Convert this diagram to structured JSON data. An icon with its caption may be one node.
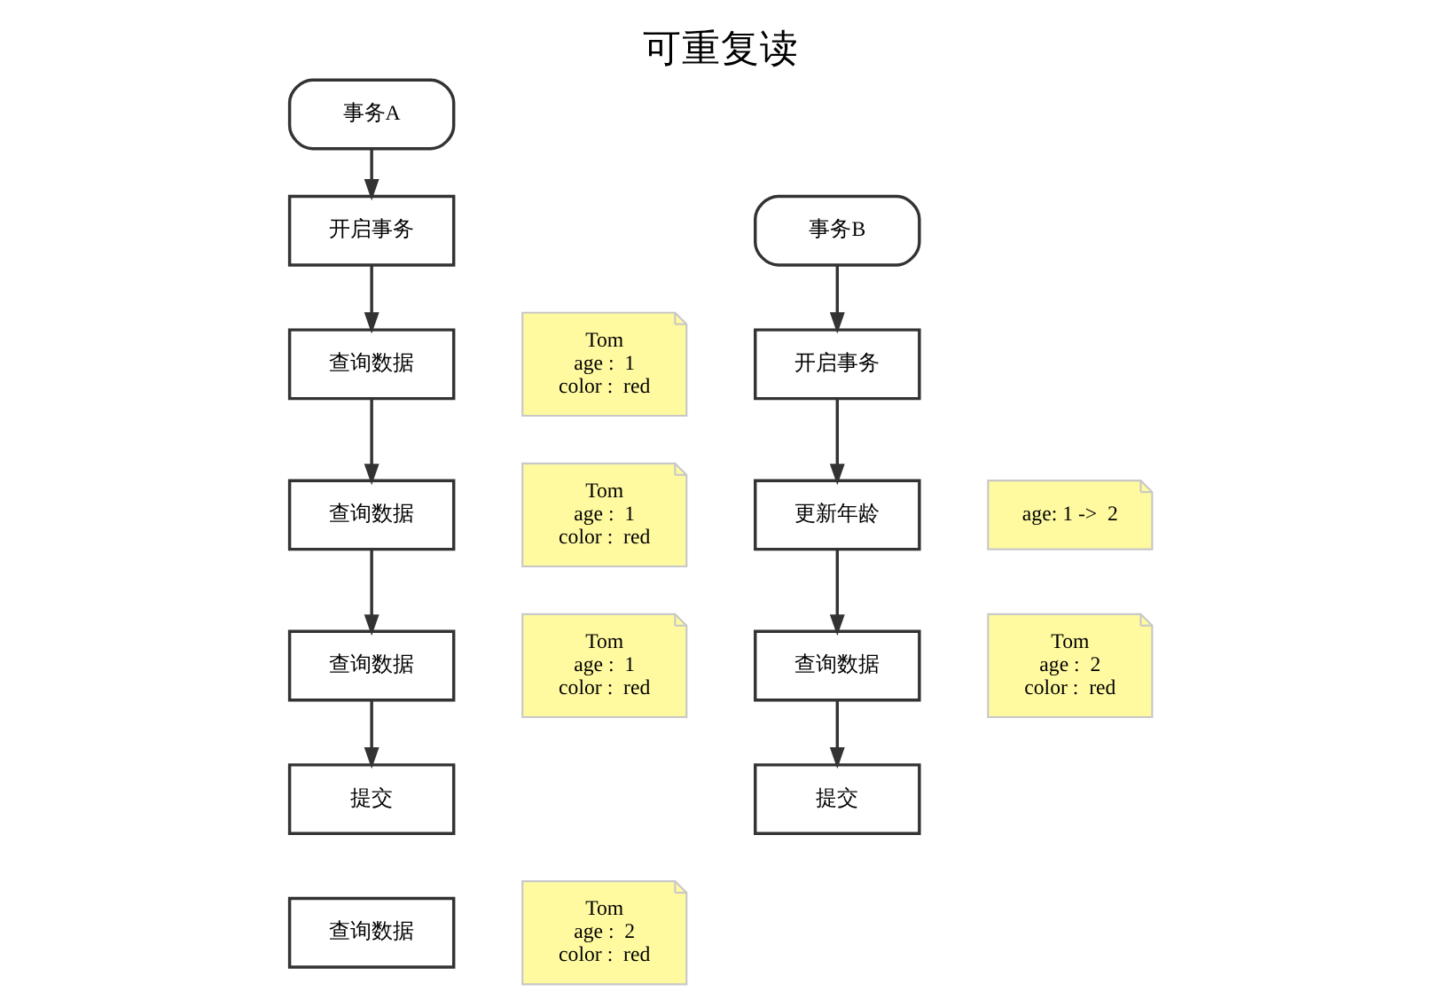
{
  "diagram": {
    "title": "可重复读",
    "nodes": [
      {
        "text": [
          "事务A"
        ]
      },
      {
        "text": [
          "开启事务"
        ]
      },
      {
        "text": [
          "查询数据"
        ]
      },
      {
        "text": [
          "查询数据"
        ]
      },
      {
        "text": [
          "查询数据"
        ]
      },
      {
        "text": [
          "提交"
        ]
      },
      {
        "text": [
          "查询数据"
        ]
      },
      {
        "text": [
          "Tom",
          "age :  1",
          "color :  red"
        ]
      },
      {
        "text": [
          "Tom",
          "age :  1",
          "color :  red"
        ]
      },
      {
        "text": [
          "Tom",
          "age :  1",
          "color :  red"
        ]
      },
      {
        "text": [
          "Tom",
          "age :  2",
          "color :  red"
        ]
      },
      {
        "text": [
          "事务B"
        ]
      },
      {
        "text": [
          "开启事务"
        ]
      },
      {
        "text": [
          "更新年龄"
        ]
      },
      {
        "text": [
          "查询数据"
        ]
      },
      {
        "text": [
          "提交"
        ]
      },
      {
        "text": [
          "age: 1 ->  2"
        ]
      },
      {
        "text": [
          "Tom",
          "age :  2",
          "color :  red"
        ]
      }
    ],
    "edges": [
      {
        "from": 0,
        "to": 1,
        "arrow": "to"
      },
      {
        "from": 1,
        "to": 2,
        "arrow": "to"
      },
      {
        "from": 2,
        "to": 3,
        "arrow": "to"
      },
      {
        "from": 3,
        "to": 4,
        "arrow": "to"
      },
      {
        "from": 4,
        "to": 5,
        "arrow": "to"
      },
      {
        "from": 11,
        "to": 12,
        "arrow": "to"
      },
      {
        "from": 12,
        "to": 13,
        "arrow": "to"
      },
      {
        "from": 13,
        "to": 14,
        "arrow": "to"
      },
      {
        "from": 14,
        "to": 15,
        "arrow": "to"
      }
    ]
  }
}
